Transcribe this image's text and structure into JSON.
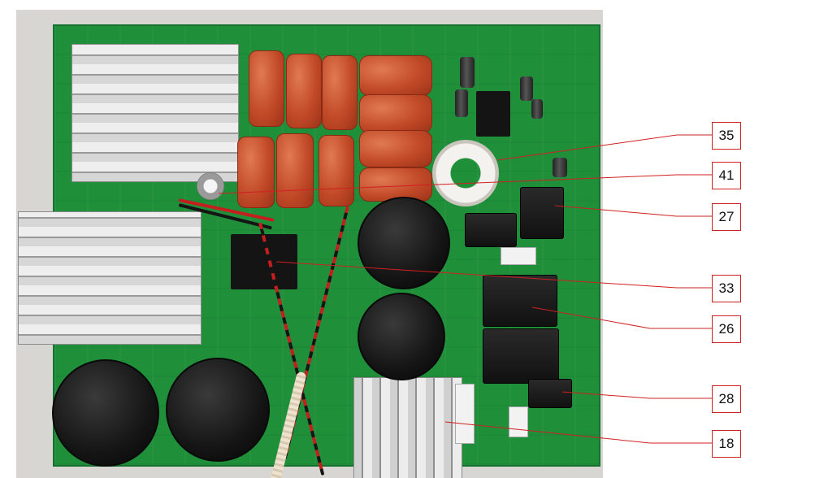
{
  "callouts": [
    {
      "id": "c35",
      "text": "35"
    },
    {
      "id": "c41",
      "text": "41"
    },
    {
      "id": "c27",
      "text": "27"
    },
    {
      "id": "c33",
      "text": "33"
    },
    {
      "id": "c26",
      "text": "26"
    },
    {
      "id": "c28",
      "text": "28"
    },
    {
      "id": "c18",
      "text": "18"
    }
  ],
  "colors": {
    "pcb": "#1f8f3a",
    "callout_border": "#d02020",
    "leader_line": "#d02020"
  }
}
